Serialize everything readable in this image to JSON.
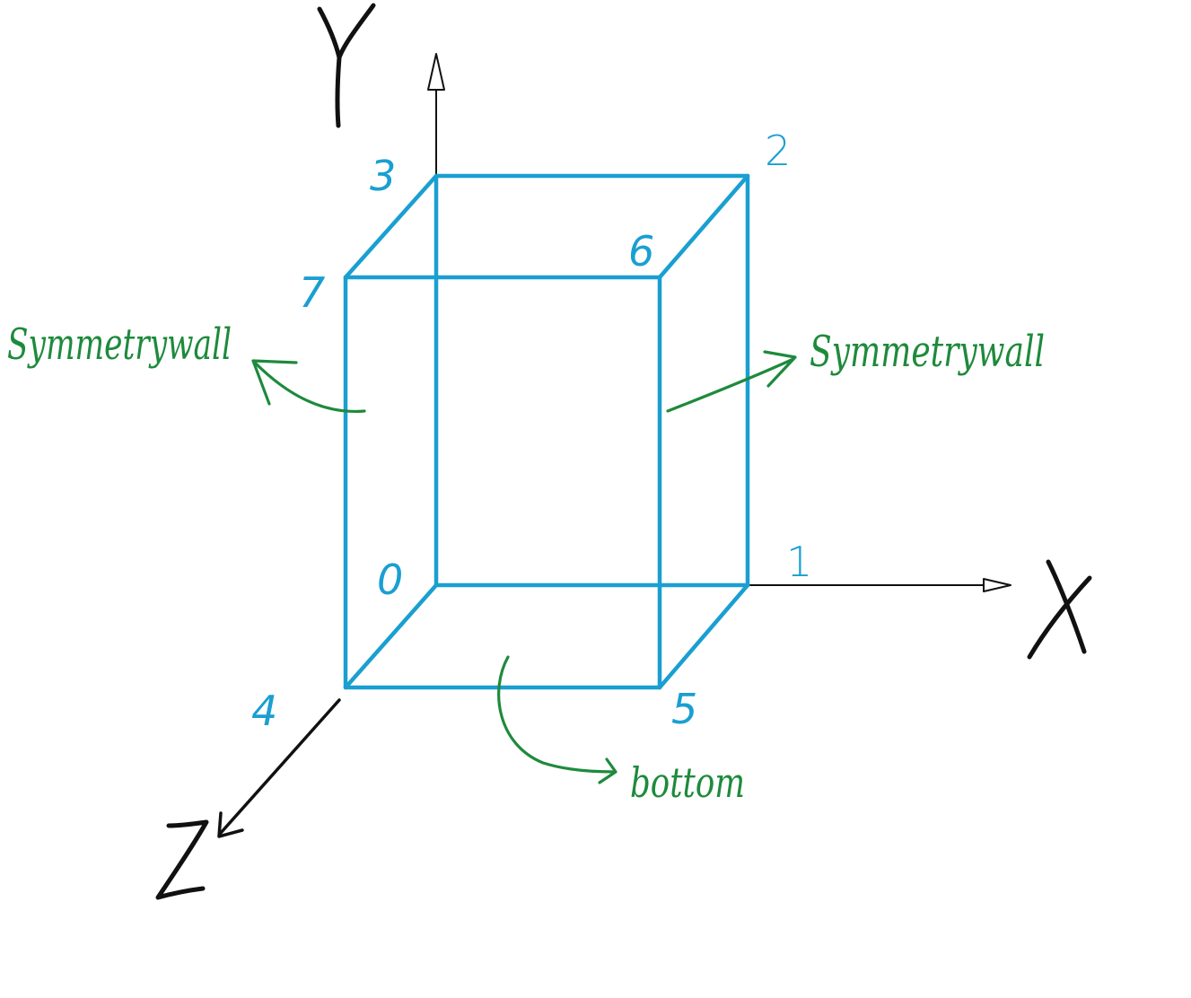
{
  "axes": {
    "x_label": "X",
    "y_label": "Y",
    "z_label": "Z"
  },
  "vertices": [
    "0",
    "1",
    "2",
    "3",
    "4",
    "5",
    "6",
    "7"
  ],
  "annotations": {
    "left_face": "Symmetrywall",
    "right_face": "Symmetrywall",
    "bottom_face": "bottom"
  },
  "colors": {
    "box": "#1a9fd1",
    "annotation": "#1e8a3c",
    "axis": "#111111"
  }
}
